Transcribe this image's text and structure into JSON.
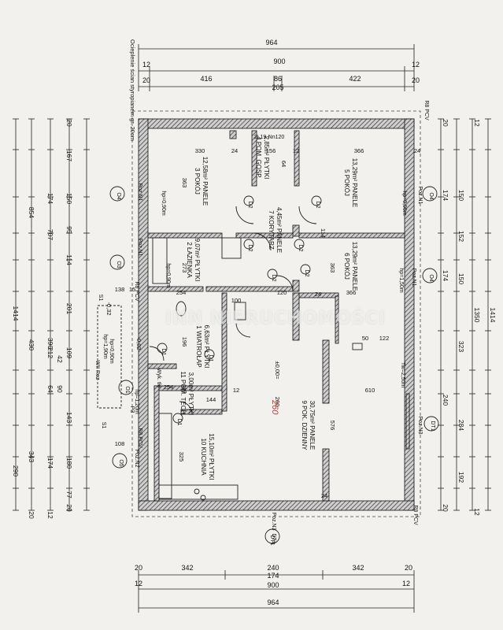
{
  "insulation_note": "Ocieplenie ścian styropianem gr. 20cm",
  "top_dims": {
    "total": "964",
    "inner": "900",
    "left_seg": "416",
    "mid_seg": "86",
    "mid_sub": "205",
    "right_seg": "422",
    "w20a": "20",
    "w20b": "20",
    "w12a": "12",
    "w12b": "12"
  },
  "bottom_dims": {
    "total": "964",
    "inner": "900",
    "inner_sub": "174",
    "left_seg": "342",
    "mid_seg": "240",
    "right_seg": "342",
    "w20a": "20",
    "w20b": "20",
    "w12a": "12",
    "w12b": "12"
  },
  "left_dims": [
    "20",
    "167",
    "150",
    "174",
    "95",
    "114",
    "201",
    "109",
    "212",
    "64",
    "143",
    "180",
    "174",
    "77",
    "20",
    "854",
    "707",
    "1414",
    "430",
    "390",
    "42",
    "90",
    "343",
    "290",
    "12",
    "20"
  ],
  "right_dims": [
    "20",
    "12",
    "174",
    "150",
    "152",
    "174",
    "150",
    "323",
    "240",
    "284",
    "192",
    "1350",
    "1414",
    "20",
    "12"
  ],
  "rooms": [
    {
      "num": "3",
      "name": "POKÓJ",
      "area": "12,58",
      "floor": "PANELE"
    },
    {
      "num": "4",
      "name": "POM. GOSP.",
      "area": "2,85",
      "floor": "PŁYTKI"
    },
    {
      "num": "5",
      "name": "POKÓJ",
      "area": "13,29",
      "floor": "PANELE"
    },
    {
      "num": "6",
      "name": "POKÓJ",
      "area": "13,29",
      "floor": "PANELE"
    },
    {
      "num": "7",
      "name": "KORYTARZ",
      "area": "4,45",
      "floor": "PANELE"
    },
    {
      "num": "2",
      "name": "ŁAZIENKA",
      "area": "9,07",
      "floor": "PŁYTKI"
    },
    {
      "num": "1",
      "name": "WIATROŁAP",
      "area": "6,63",
      "floor": "PŁYTKI"
    },
    {
      "num": "11",
      "name": "POM. TECH.",
      "area": "3,00",
      "floor": "PŁYTKI"
    },
    {
      "num": "10",
      "name": "KUCHNIA",
      "area": "15,10",
      "floor": "PŁYTKI"
    },
    {
      "num": "9",
      "name": "POK. DZIENNY",
      "area": "30,75",
      "floor": "PANELE"
    }
  ],
  "inner_dims": [
    "330",
    "24",
    "156",
    "12",
    "366",
    "24",
    "363",
    "64",
    "114",
    "273",
    "363",
    "366",
    "254",
    "120",
    "100",
    "196",
    "254",
    "119",
    "144",
    "12",
    "610",
    "50",
    "122",
    "576",
    "325",
    "108",
    "138",
    "15",
    "-0,32",
    "-0,02",
    "±0,00=",
    "260",
    "24",
    "24"
  ],
  "lintels": [
    "2L19-Nn120"
  ],
  "labels": [
    "hp=0,90m",
    "hp=0,90m",
    "hp=0,90m",
    "hp=1,50m",
    "hp=1,20m",
    "hp=0,90m",
    "hp=1,90m",
    "WII Roz",
    "Wyk. tło",
    "Tw=2,50m"
  ],
  "doors": [
    "D2",
    "D2",
    "D2",
    "D2",
    "D2",
    "D2",
    "D1",
    "D1",
    "D1",
    "DT1"
  ],
  "windows": [
    "O4",
    "O3",
    "O4",
    "O4",
    "O1",
    "O5",
    "DT1",
    "DT1"
  ],
  "positions": [
    "Poz.N1",
    "Poz.N1",
    "Poz.N1",
    "Poz.N1",
    "Poz.N2",
    "Poz.N3",
    "Poz.N3",
    "R8 PCV",
    "R8 PCV",
    "R8 PCV",
    "R8 PCV",
    "P3",
    "S1",
    "S1"
  ],
  "watermark": "INN NIERUCHOMOŚCI",
  "annotation": "260"
}
